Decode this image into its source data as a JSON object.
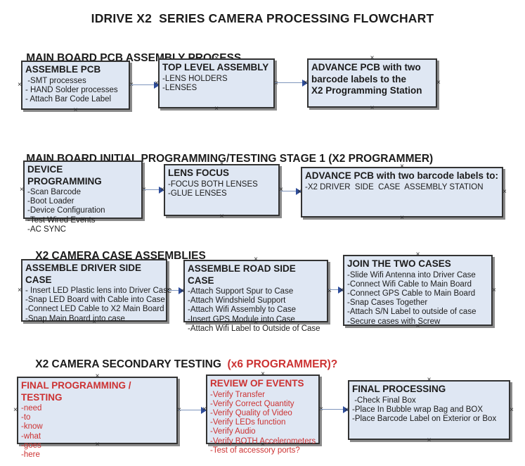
{
  "title": "IDRIVE X2  SERIES CAMERA PROCESSING FLOWCHART",
  "meta": {
    "handle_glyph": "×"
  },
  "colors": {
    "box_fill": "#dfe7f3",
    "box_border": "#333333",
    "shadow": "#8b8b8b",
    "arrow_line": "#7e95bc",
    "arrow_head": "#2e4d9b",
    "red": "#cc3232",
    "text_black": "#1c1c1c"
  },
  "sections": [
    {
      "header": "MAIN BOARD PCB ASSEMBLY PROCESS",
      "boxes": [
        {
          "title": "ASSEMBLE PCB",
          "items": [
            " -SMT processes",
            "- HAND Solder processes",
            "- Attach Bar Code Label"
          ]
        },
        {
          "title": "TOP LEVEL ASSEMBLY",
          "items": [
            "-LENS HOLDERS",
            "-LENSES"
          ]
        },
        {
          "title": "ADVANCE PCB with two\nbarcode labels to the\n X2 Programming Station",
          "items": []
        }
      ]
    },
    {
      "header": "MAIN BOARD INITIAL PROGRAMMING/TESTING STAGE 1 (X2 PROGRAMMER)",
      "boxes": [
        {
          "title": "DEVICE PROGRAMMING",
          "items": [
            "-Scan Barcode",
            "-Boot Loader",
            "-Device Configuration",
            "-Test Wired Events",
            "-AC SYNC"
          ]
        },
        {
          "title": "LENS FOCUS",
          "items": [
            "-FOCUS BOTH LENSES",
            "-GLUE LENSES"
          ]
        },
        {
          "title": "ADVANCE PCB with two barcode labels to:",
          "items": [
            "-X2 DRIVER  SIDE  CASE  ASSEMBLY STATION"
          ]
        }
      ]
    },
    {
      "header": "X2 CAMERA CASE ASSEMBLIES",
      "boxes": [
        {
          "title": "ASSEMBLE DRIVER SIDE CASE",
          "items": [
            "- Insert LED Plastic lens into Driver Case",
            "-Snap LED Board with Cable into Case",
            "-Connect LED Cable to X2 Main Board",
            "-Snap Main Board into case"
          ]
        },
        {
          "title": "ASSEMBLE ROAD SIDE CASE",
          "items": [
            "-Attach Support Spur to Case",
            "-Attach Windshield Support",
            "-Attach Wifi Assembly to Case",
            "-Insert GPS Module into Case",
            "-Attach Wifi Label to Outside of Case"
          ]
        },
        {
          "title": "JOIN THE TWO CASES",
          "items": [
            "-Slide Wifi Antenna into Driver Case",
            "-Connect Wifi Cable to Main Board",
            "-Connect GPS Cable to Main Board",
            "-Snap Cases Together",
            "-Attach S/N Label to outside of case",
            "-Secure cases with Screw"
          ]
        }
      ]
    },
    {
      "header": "X2 CAMERA SECONDARY TESTING ",
      "header_suffix": " (x6 PROGRAMMER)?",
      "boxes": [
        {
          "title": "FINAL PROGRAMMING / TESTING",
          "color": "#cc3232",
          "items": [
            "-need",
            "-to",
            "-know",
            "-what",
            "-goes",
            "-here"
          ]
        },
        {
          "title": "REVIEW OF EVENTS",
          "color": "#cc3232",
          "items": [
            "-Verify Transfer",
            "-Verify Correct Quantity",
            "-Verify Quality of Video",
            "-Verify LEDs function",
            "-Verify Audio",
            "-Verify BOTH Accelerometers",
            "-Test of accessory ports?"
          ]
        },
        {
          "title": "FINAL PROCESSING",
          "items": [
            " -Check Final Box",
            "-Place In Bubble wrap Bag and BOX",
            "-Place Barcode Label on Exterior or Box"
          ]
        }
      ]
    }
  ]
}
